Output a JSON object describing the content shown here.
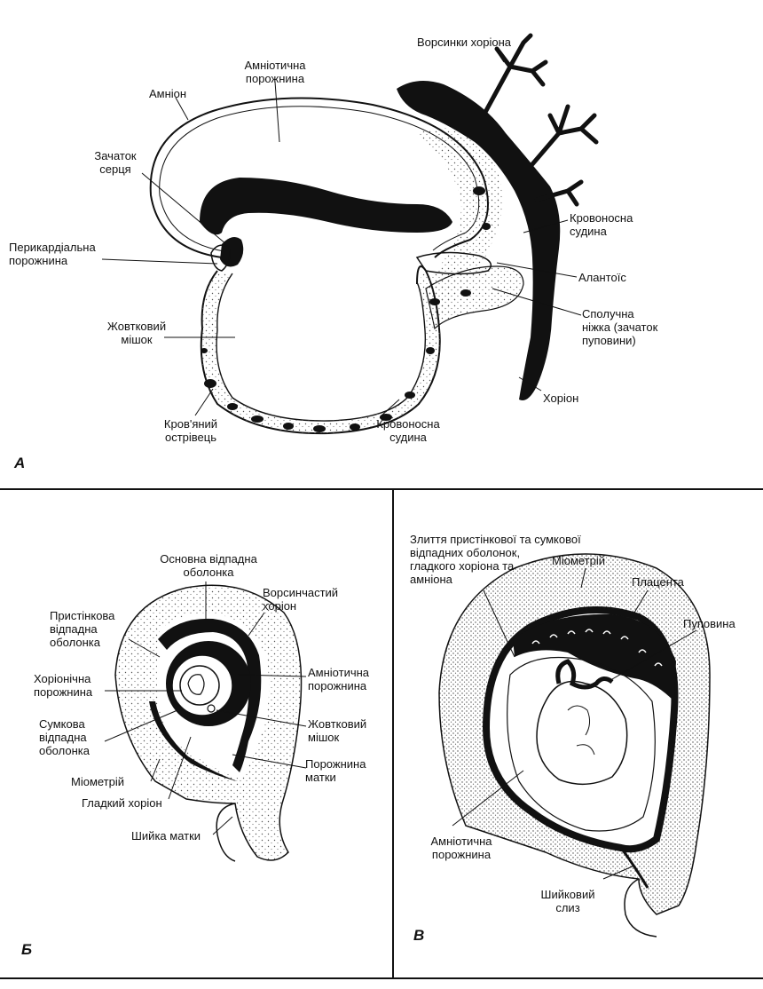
{
  "panels": {
    "a": {
      "letter": "A",
      "labels": {
        "chorionic_villi": "Ворсинки хоріона",
        "amniotic_cavity": "Амніотична\nпорожнина",
        "amnion": "Амніон",
        "heart_primordium": "Зачаток\nсерця",
        "pericardial_cavity": "Перикардіальна\nпорожнина",
        "blood_vessel_right": "Кровоносна\nсудина",
        "allantois": "Алантоїс",
        "connecting_stalk": "Сполучна\nніжка (зачаток\nпуповини)",
        "yolk_sac": "Жовтковий\nмішок",
        "chorion": "Хоріон",
        "blood_island": "Кров'яний\nострівець",
        "blood_vessel_bottom": "Кровоносна\nсудина"
      }
    },
    "b": {
      "letter": "Б",
      "labels": {
        "decidua_basalis": "Основна відпадна\nоболонка",
        "villous_chorion": "Ворсинчастий\nхоріон",
        "decidua_parietalis": "Пристінкова\nвідпадна\nоболонка",
        "chorionic_cavity": "Хоріонічна\nпорожнина",
        "amniotic_cavity": "Амніотична\nпорожнина",
        "decidua_capsularis": "Сумкова\nвідпадна\nоболонка",
        "yolk_sac": "Жовтковий\nмішок",
        "uterine_cavity": "Порожнина\nматки",
        "myometrium": "Міометрій",
        "smooth_chorion": "Гладкий хоріон",
        "cervix": "Шийка матки"
      }
    },
    "c": {
      "letter": "В",
      "labels": {
        "fusion": "Злиття пристінкової та сумкової\nвідпадних оболонок,\nгладкого хоріона та\nамніона",
        "myometrium": "Міометрій",
        "placenta": "Плацента",
        "umbilical_cord": "Пуповина",
        "amniotic_cavity": "Амніотична\nпорожнина",
        "cervical_mucus": "Шийковий\nслиз"
      }
    }
  }
}
